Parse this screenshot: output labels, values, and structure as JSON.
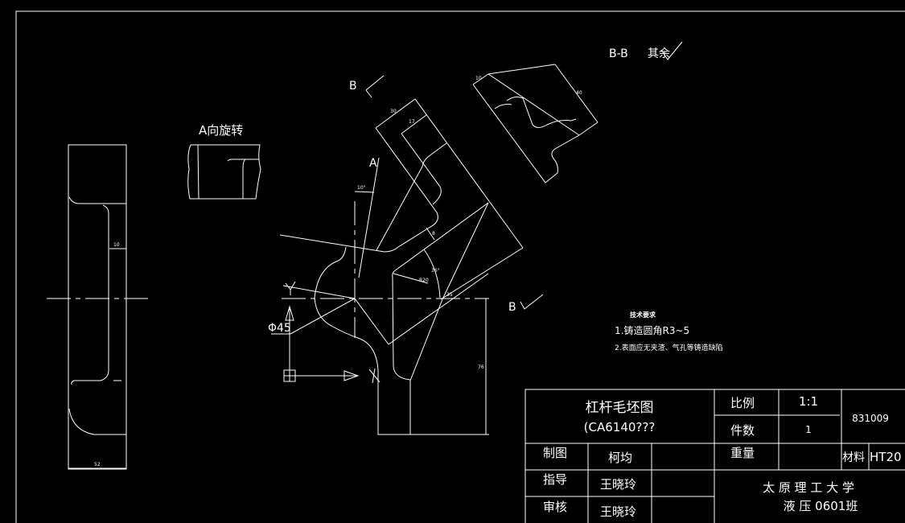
{
  "colors": {
    "background": "#000000",
    "lines": "#ffffff"
  },
  "views": {
    "a_view_label": "A向旋转",
    "section_label": "B-B",
    "roughness_note": "其余",
    "marker_a": "A",
    "marker_b_top": "B",
    "marker_b_right": "B",
    "phi": "Φ45"
  },
  "dimensions": {
    "left_width": "10",
    "left_bottom": "52",
    "top_outer": "30",
    "top_inner": "17",
    "angle_a": "10°",
    "rib": "8",
    "radius": "R20",
    "angle_main": "36°",
    "center": "35",
    "height": "76",
    "section_top": "10",
    "section_side": "40"
  },
  "tech_requirements": {
    "title": "技术要求",
    "items": [
      "1.铸造圆角R3~5",
      "2.表面应无夹渣、气孔等铸造缺陷"
    ]
  },
  "title_block": {
    "drawing_name": "杠杆毛坯图",
    "drawing_sub": "(CA6140???",
    "scale_label": "比例",
    "scale_value": "1:1",
    "count_label": "件数",
    "count_value": "1",
    "weight_label": "重量",
    "code": "831009",
    "material_label": "材料",
    "material_value": "HT20",
    "drawn_label": "制图",
    "drawn_by": "柯均",
    "guide_label": "指导",
    "guide_by": "王晓玲",
    "review_label": "审核",
    "review_by": "王晓玲",
    "school": "太 原 理 工 大 学",
    "class": "液 压 0601班"
  }
}
